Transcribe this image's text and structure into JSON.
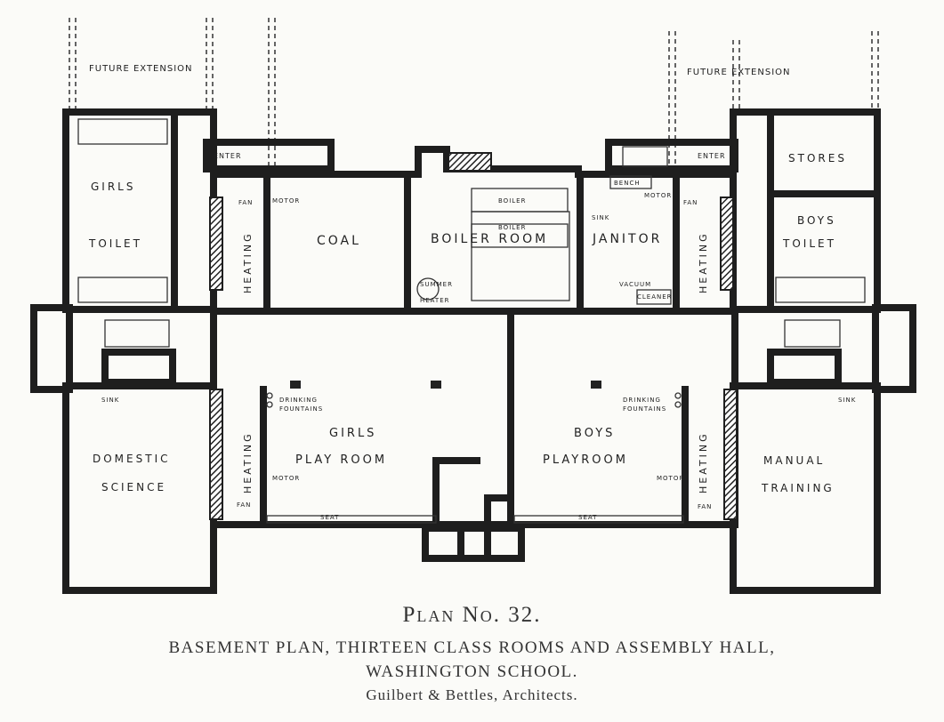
{
  "labels": {
    "future_extension_left": "FUTURE EXTENSION",
    "future_extension_right": "FUTURE EXTENSION",
    "enter_left": "ENTER",
    "enter_right": "ENTER",
    "girls": "GIRLS",
    "toilet_left": "TOILET",
    "boys": "BOYS",
    "toilet_right": "TOILET",
    "stores": "STORES",
    "coal": "COAL",
    "boiler_room": "BOILER ROOM",
    "boiler_1": "BOILER",
    "boiler_2": "BOILER",
    "janitor": "JANITOR",
    "bench": "BENCH",
    "sink_janitor": "SINK",
    "motor_1": "MOTOR",
    "motor_2": "MOTOR",
    "motor_3": "MOTOR",
    "motor_4": "MOTOR",
    "fan_1": "FAN",
    "fan_2": "FAN",
    "fan_3": "FAN",
    "fan_4": "FAN",
    "heating_1": "HEATING",
    "heating_2": "HEATING",
    "heating_3": "HEATING",
    "heating_4": "HEATING",
    "summer_heater_1": "SUMMER",
    "summer_heater_2": "HEATER",
    "vacuum_1": "VACUUM",
    "vacuum_2": "CLEANER",
    "drinking_left_1": "DRINKING",
    "drinking_left_2": "FOUNTAINS",
    "drinking_right_1": "DRINKING",
    "drinking_right_2": "FOUNTAINS",
    "girls_2": "GIRLS",
    "play_room": "PLAY ROOM",
    "boys_2": "BOYS",
    "playroom": "PLAYROOM",
    "seat_left": "SEAT",
    "seat_right": "SEAT",
    "sink_left": "SINK",
    "sink_right": "SINK",
    "domestic": "DOMESTIC",
    "science": "SCIENCE",
    "manual": "MANUAL",
    "training": "TRAINING"
  },
  "caption": {
    "plan_no": "Plan No. 32.",
    "title": "BASEMENT PLAN, THIRTEEN CLASS ROOMS AND ASSEMBLY HALL,",
    "school": "WASHINGTON SCHOOL.",
    "architects": "Guilbert & Bettles, Architects."
  }
}
